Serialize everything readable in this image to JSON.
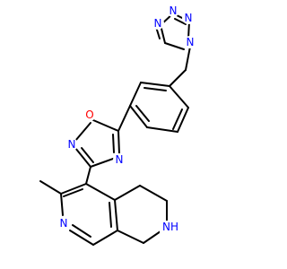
{
  "colors": {
    "bond": "#000000",
    "nitrogen": "#0000ff",
    "oxygen": "#ff0000",
    "background": "#ffffff"
  },
  "atoms": {
    "tetrazole_n1": "N",
    "tetrazole_n2": "N",
    "tetrazole_n3": "N",
    "tetrazole_n4": "N",
    "oxadiazole_o": "O",
    "oxadiazole_n2": "N",
    "oxadiazole_n4": "N",
    "pyridine_n": "N",
    "amine_nh": "NH"
  }
}
